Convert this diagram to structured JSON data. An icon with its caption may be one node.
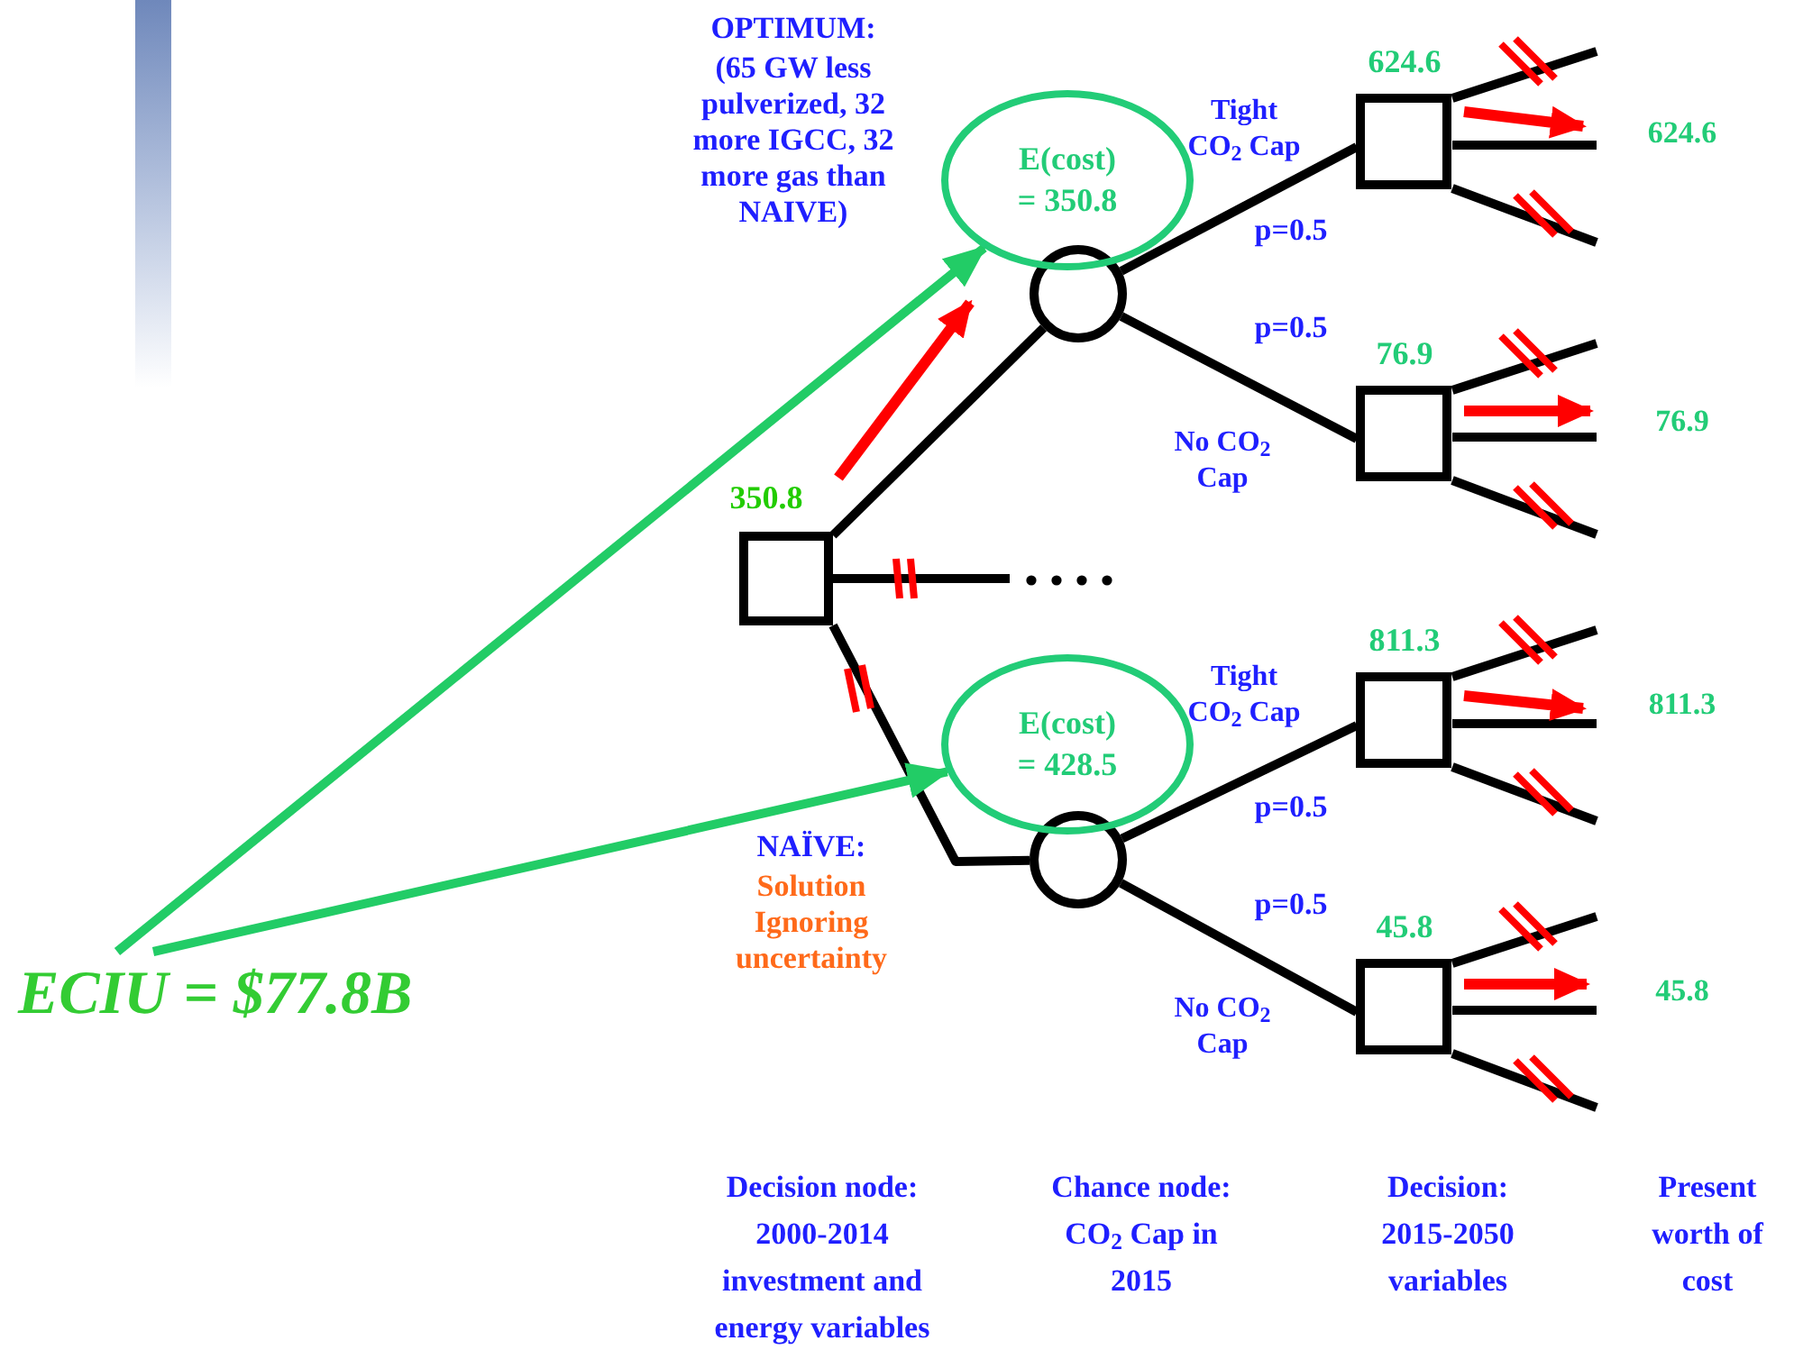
{
  "diagram": {
    "nodes": [
      {
        "text": [],
        "shape": "box",
        "beside": [
          "350.8"
        ]
      },
      {
        "text": [],
        "shape": "circle"
      },
      {
        "text": [],
        "shape": "circle"
      },
      {
        "text": [],
        "shape": "box",
        "beside": [
          "624.6"
        ]
      },
      {
        "text": [],
        "shape": "box",
        "beside": [
          "76.9"
        ]
      },
      {
        "text": [],
        "shape": "box",
        "beside": [
          "811.3"
        ]
      },
      {
        "text": [],
        "shape": "box",
        "beside": [
          "45.8"
        ]
      },
      {
        "text": [
          "E(cost) = 350.8"
        ]
      },
      {
        "text": [
          "E(cost) = 428.5"
        ]
      },
      {
        "text": [
          "ECIU = $77.8B"
        ]
      },
      {
        "text": [],
        "shape": "bar"
      }
    ],
    "edges": [
      {
        "from": 0,
        "to": 1,
        "arrow": "none"
      },
      {
        "from": 0,
        "to": 2,
        "arrow": "none"
      },
      {
        "from": 0,
        "to": null,
        "arrow": "none"
      },
      {
        "from": 1,
        "to": 3,
        "arrow": "none",
        "label": "Tight CO$_{2}$ Cap"
      },
      {
        "from": 1,
        "to": 4,
        "arrow": "none",
        "label": "No CO$_{2}$ Cap"
      },
      {
        "from": 2,
        "to": 5,
        "arrow": "none",
        "label": "Tight CO$_{2}$ Cap"
      },
      {
        "from": 2,
        "to": 6,
        "arrow": "none",
        "label": "No CO$_{2}$ Cap"
      },
      {
        "from": 3,
        "to": null,
        "arrow": "none"
      },
      {
        "from": 3,
        "to": null,
        "arrow": "none"
      },
      {
        "from": 3,
        "to": null,
        "arrow": "none"
      },
      {
        "from": 4,
        "to": null,
        "arrow": "none"
      },
      {
        "from": 4,
        "to": null,
        "arrow": "none"
      },
      {
        "from": 4,
        "to": null,
        "arrow": "none"
      },
      {
        "from": 5,
        "to": null,
        "arrow": "none"
      },
      {
        "from": 5,
        "to": null,
        "arrow": "none"
      },
      {
        "from": 5,
        "to": null,
        "arrow": "none"
      },
      {
        "from": 6,
        "to": null,
        "arrow": "none"
      },
      {
        "from": 6,
        "to": null,
        "arrow": "none"
      },
      {
        "from": 6,
        "to": null,
        "arrow": "none"
      },
      {
        "from": 9,
        "to": 7,
        "arrow": "to",
        "color": "#22cc66"
      },
      {
        "from": 9,
        "to": 8,
        "arrow": "to",
        "color": "#22cc66"
      }
    ],
    "labels": [
      "OPTIMUM:",
      "(65 GW less pulverized, 32 more IGCC, 32 more gas than NAIVE)",
      "p=0.5",
      "624.6",
      "p=0.5",
      "76.9",
      "NAÏVE:",
      "Solution Ignoring uncertainty",
      "p=0.5",
      "811.3",
      "p=0.5",
      "45.8",
      "Decision node: 2000-2014 investment and energy variables",
      "Chance node: CO$_{2}$ Cap in 2015",
      "Decision: 2015-2050 variables",
      "Present worth of cost"
    ]
  }
}
